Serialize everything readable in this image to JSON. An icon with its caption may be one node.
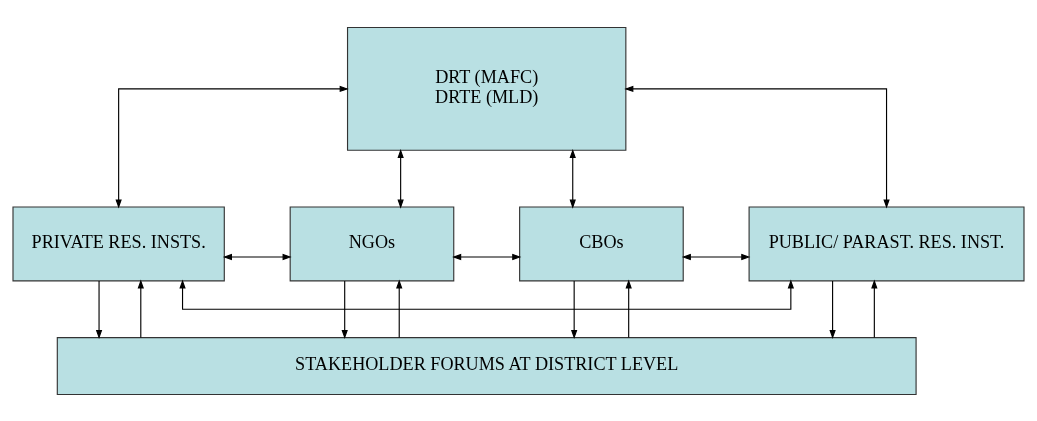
{
  "diagram": {
    "nodes": [
      {
        "text": [
          "DRT (MAFC)",
          "DRTE (MLD)"
        ]
      },
      {
        "text": [
          "PRIVATE RES. INSTS."
        ]
      },
      {
        "text": [
          "NGOs"
        ]
      },
      {
        "text": [
          "CBOs"
        ]
      },
      {
        "text": [
          "PUBLIC/ PARAST. RES. INST."
        ]
      },
      {
        "text": [
          "STAKEHOLDER FORUMS AT DISTRICT LEVEL"
        ]
      }
    ],
    "edges": [
      {
        "from": 1,
        "to": 0,
        "arrow": "both"
      },
      {
        "from": 4,
        "to": 0,
        "arrow": "both"
      },
      {
        "from": 1,
        "to": 4,
        "arrow": "both"
      },
      {
        "from": 0,
        "to": 2,
        "arrow": "both"
      },
      {
        "from": 0,
        "to": 3,
        "arrow": "both"
      },
      {
        "from": 1,
        "to": 2,
        "arrow": "both"
      },
      {
        "from": 2,
        "to": 3,
        "arrow": "both"
      },
      {
        "from": 3,
        "to": 4,
        "arrow": "both"
      },
      {
        "from": 5,
        "to": 1,
        "arrow": "to"
      },
      {
        "from": 1,
        "to": 5,
        "arrow": "to"
      },
      {
        "from": 2,
        "to": 5,
        "arrow": "to"
      },
      {
        "from": 5,
        "to": 2,
        "arrow": "to"
      },
      {
        "from": 3,
        "to": 5,
        "arrow": "to"
      },
      {
        "from": 5,
        "to": 3,
        "arrow": "to"
      },
      {
        "from": 4,
        "to": 5,
        "arrow": "to"
      },
      {
        "from": 5,
        "to": 4,
        "arrow": "to"
      }
    ]
  }
}
